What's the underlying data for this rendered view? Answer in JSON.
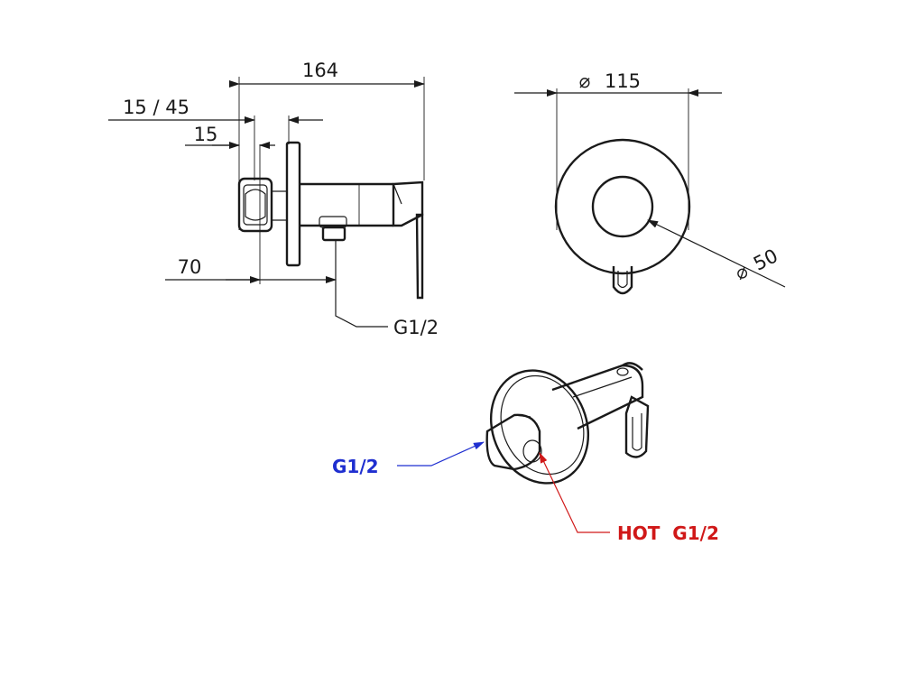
{
  "dimensions": {
    "overall_length": "164",
    "offset_range": "15 / 45",
    "offset_min": "15",
    "depth": "70",
    "side_thread": "G1/2",
    "flange_diameter": "115",
    "knob_diameter": "50",
    "diameter_symbol": "⌀"
  },
  "labels": {
    "cold_inlet": "G1/2",
    "hot_inlet": "HOT  G1/2"
  },
  "colors": {
    "line": "#1a1a1a",
    "cold": "#1f2fd0",
    "hot": "#d01818"
  }
}
